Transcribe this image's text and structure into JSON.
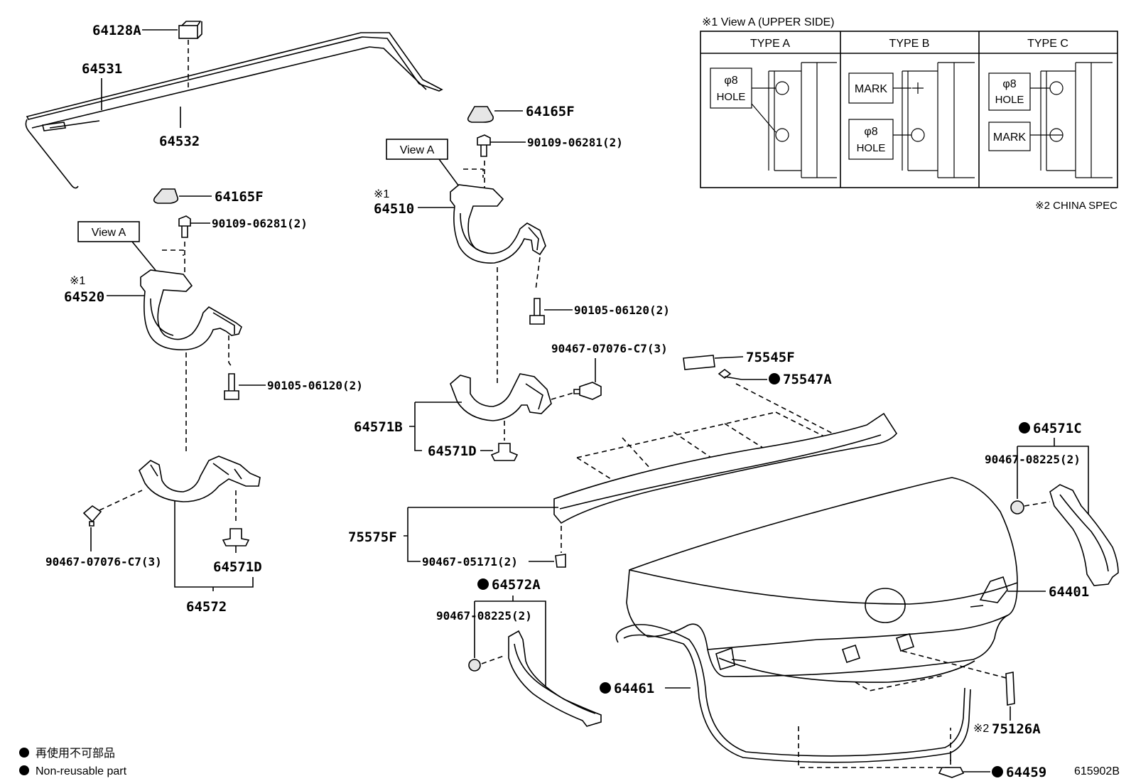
{
  "view_box": {
    "title": "※1 View A (UPPER SIDE)",
    "types": [
      {
        "header": "TYPE A",
        "labels": [
          "φ8",
          "HOLE"
        ]
      },
      {
        "header": "TYPE B",
        "labels": [
          "MARK",
          "φ8",
          "HOLE"
        ]
      },
      {
        "header": "TYPE C",
        "labels": [
          "φ8",
          "HOLE",
          "MARK"
        ]
      }
    ],
    "china_spec": "※2 CHINA SPEC"
  },
  "parts": {
    "p64128A": "64128A",
    "p64531": "64531",
    "p64532": "64532",
    "p64165F_left": "64165F",
    "p64165F_center": "64165F",
    "p90109_left": "90109-06281(2)",
    "p90109_center": "90109-06281(2)",
    "view_a_left": "View A",
    "view_a_center": "View A",
    "ref1_left": "※1",
    "ref1_center": "※1",
    "p64520": "64520",
    "p64510": "64510",
    "p90105_left": "90105-06120(2)",
    "p90105_center": "90105-06120(2)",
    "p90467_07076_left": "90467-07076-C7(3)",
    "p90467_07076_center": "90467-07076-C7(3)",
    "p64571D_left": "64571D",
    "p64571D_center": "64571D",
    "p64572": "64572",
    "p64571B": "64571B",
    "p75545F": "75545F",
    "p75547A": "75547A",
    "p75575F": "75575F",
    "p90467_05171": "90467-05171(2)",
    "p64572A": "64572A",
    "p90467_08225_center": "90467-08225(2)",
    "p64571C": "64571C",
    "p90467_08225_right": "90467-08225(2)",
    "p64401": "64401",
    "p64461": "64461",
    "ref2": "※2",
    "p75126A": "75126A",
    "p64459": "64459"
  },
  "legend": {
    "jp": "再使用不可部品",
    "en": "Non-reusable part"
  },
  "diagram_id": "615902B"
}
